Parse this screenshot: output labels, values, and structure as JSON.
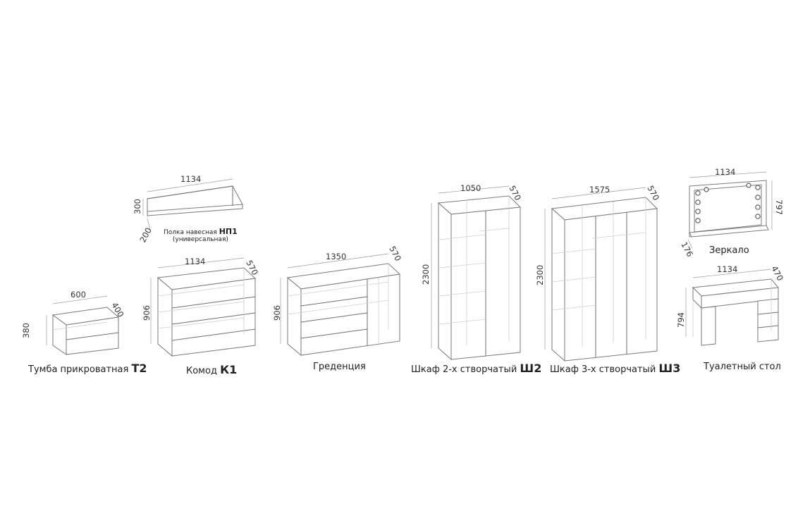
{
  "items": {
    "shelf": {
      "name": "Полка навесная",
      "code": "НП1",
      "sub": "(универсальная)",
      "w": "1134",
      "h": "300",
      "d": "200"
    },
    "bedside": {
      "name": "Тумба прикроватная",
      "code": "Т2",
      "w": "600",
      "d": "400",
      "h": "380"
    },
    "dresser": {
      "name": "Комод",
      "code": "К1",
      "w": "1134",
      "d": "570",
      "h": "906"
    },
    "sideboard": {
      "name": "Греденция",
      "code": "",
      "w": "1350",
      "d": "570",
      "h": "906"
    },
    "wardrobe2": {
      "name": "Шкаф 2-х створчатый",
      "code": "Ш2",
      "w": "1050",
      "d": "570",
      "h": "2300"
    },
    "wardrobe3": {
      "name": "Шкаф 3-х створчатый",
      "code": "Ш3",
      "w": "1575",
      "d": "570",
      "h": "2300"
    },
    "mirror": {
      "name": "Зеркало",
      "code": "",
      "w": "1134",
      "h": "797",
      "d": "176"
    },
    "vanity": {
      "name": "Туалетный стол",
      "code": "",
      "w": "1134",
      "d": "470",
      "h": "794"
    }
  },
  "colors": {
    "line": "#7a7a7a",
    "ghost": "#cfcfcf",
    "text": "#222222"
  }
}
